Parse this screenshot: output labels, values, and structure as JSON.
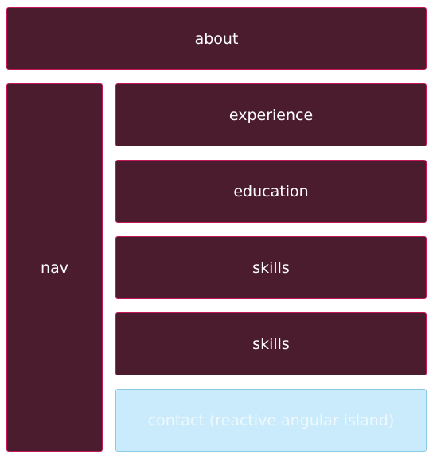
{
  "sections": {
    "about": "about",
    "nav": "nav",
    "experience": "experience",
    "education": "education",
    "skills_1": "skills",
    "skills_2": "skills",
    "contact": "contact (reactive angular island)"
  },
  "colors": {
    "section_fill": "#4a1c2e",
    "section_border": "#c2185b",
    "island_fill": "#c9ebfb",
    "island_border": "#8ccbe8"
  }
}
